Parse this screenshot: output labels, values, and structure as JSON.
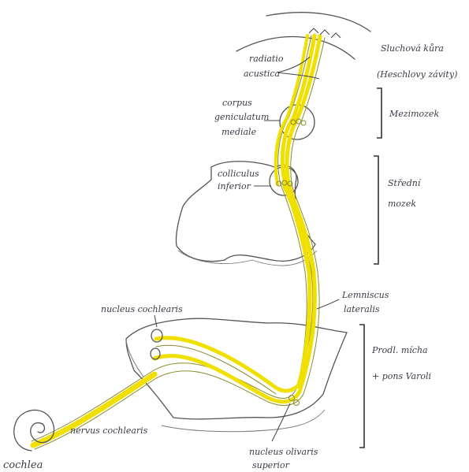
{
  "labels": {
    "sluchova_kura": "Sluchová kůra",
    "heschl": "(Heschlovy závity)",
    "radiatio": "radiatio",
    "acustica": "acustica",
    "corpus": "corpus",
    "geniculatum": "geniculatum",
    "mediale": "mediale",
    "mezimozek": "Mezimozek",
    "colliculus": "colliculus",
    "inferior": "inferior",
    "stredni": "Střední",
    "mozek": "mozek",
    "lemniscus": "Lemniscus",
    "lateralis": "lateralis",
    "prodl_micha": "Prodl. mícha",
    "pons": "+ pons Varoli",
    "nucleus_cochlearis": "nucleus cochlearis",
    "nervus_cochlearis": "nervus cochlearis",
    "cochlea": "cochlea",
    "nucleus_olivaris": "nucleus olivaris",
    "superior": "superior"
  },
  "colors": {
    "tract": "#f0e000",
    "outline": "#555555",
    "ink": "#3a3a48"
  }
}
